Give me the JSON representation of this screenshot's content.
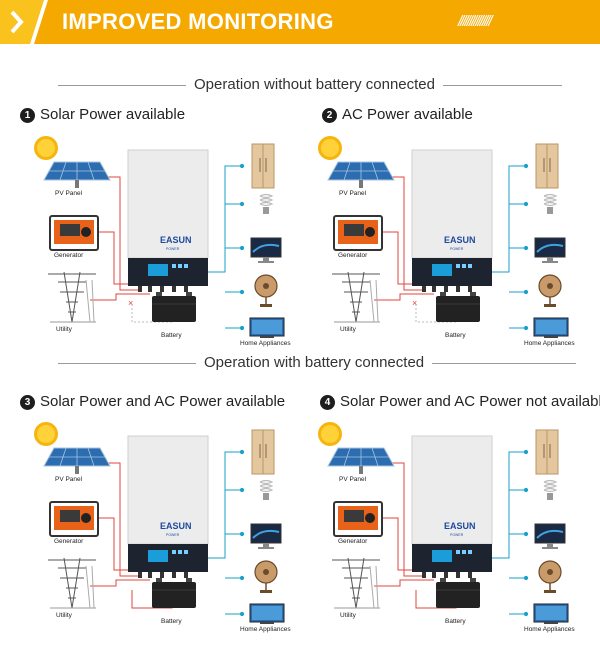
{
  "banner": {
    "title": "IMPROVED MONITORING",
    "stripes": "///////////////",
    "colors": {
      "yellow": "#f5a800",
      "light_yellow": "#f9c21c",
      "text": "#ffffff"
    }
  },
  "sections": [
    {
      "heading": "Operation without battery connected"
    },
    {
      "heading": "Operation with battery connected"
    }
  ],
  "scenarios": [
    {
      "number": "1",
      "title": "Solar Power available"
    },
    {
      "number": "2",
      "title": "AC Power available"
    },
    {
      "number": "3",
      "title": "Solar Power and AC Power available"
    },
    {
      "number": "4",
      "title": "Solar Power and AC Power not available"
    }
  ],
  "labels": {
    "pv_panel": "PV Panel",
    "generator": "Generator",
    "utility": "Utility",
    "battery": "Battery",
    "home_appliances": "Home Appliances",
    "brand": "EASUN",
    "brand_sub": "POWER",
    "disconnect_mark": "×"
  },
  "colors": {
    "wire": "#e0443f",
    "load_line": "#1aa0c8",
    "inverter_body": "#ececec",
    "inverter_panel": "#1d2430"
  },
  "icons": [
    "sun-icon",
    "solar-panel-icon",
    "generator-icon",
    "utility-pylon-icon",
    "battery-icon",
    "inverter-icon",
    "refrigerator-icon",
    "light-bulb-icon",
    "monitor-icon",
    "fan-icon",
    "television-icon"
  ]
}
